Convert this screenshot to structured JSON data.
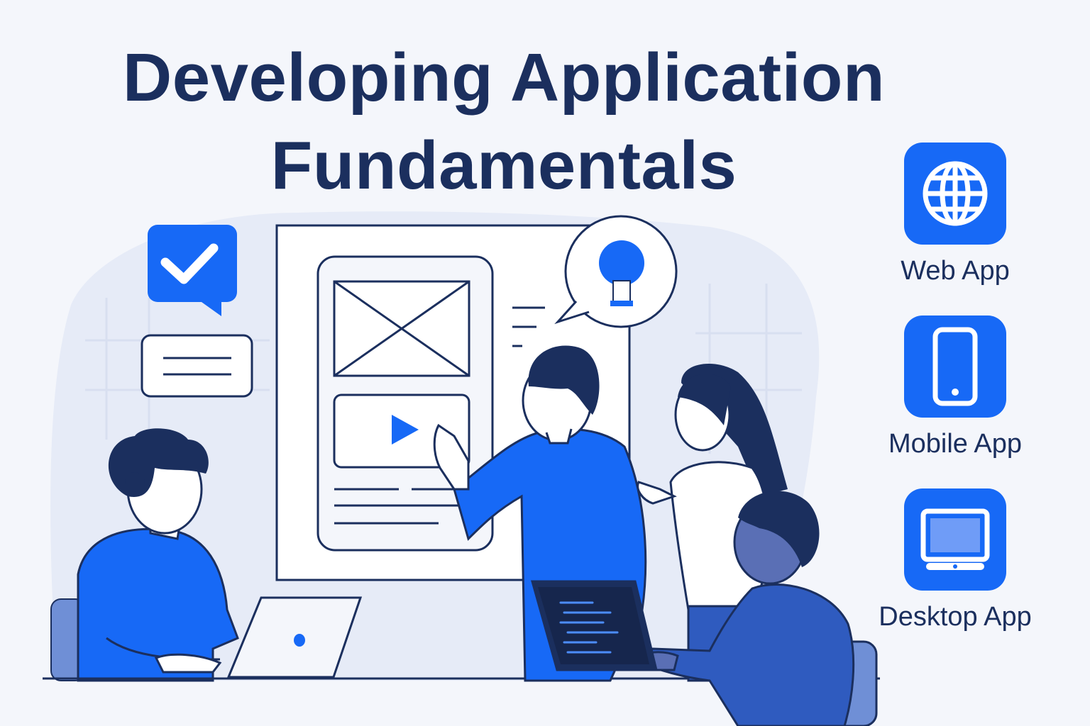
{
  "title": {
    "line1": "Developing Application",
    "line2": "Fundamentals"
  },
  "app_types": [
    {
      "label": "Web App",
      "icon": "globe-icon"
    },
    {
      "label": "Mobile App",
      "icon": "smartphone-icon"
    },
    {
      "label": "Desktop App",
      "icon": "monitor-icon"
    }
  ],
  "colors": {
    "accent": "#1769f6",
    "navy": "#1b2f5e",
    "background": "#f4f6fb"
  }
}
